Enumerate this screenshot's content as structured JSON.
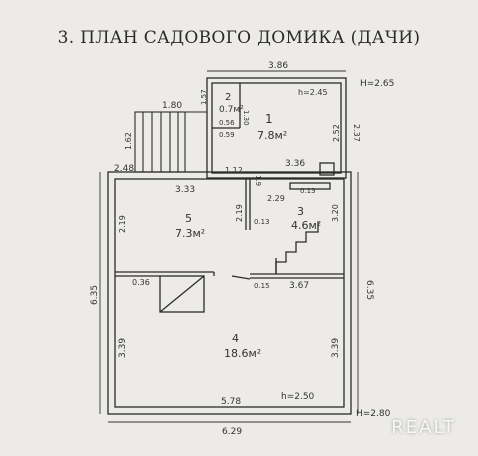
{
  "title": "3. ПЛАН САДОВОГО ДОМИКА (ДАЧИ)",
  "rooms": [
    {
      "num": "1",
      "area": "7.8м²"
    },
    {
      "num": "2",
      "area": "0.7м²"
    },
    {
      "num": "3",
      "area": "4.6м²"
    },
    {
      "num": "4",
      "area": "18.6м²"
    },
    {
      "num": "5",
      "area": "7.3м²"
    }
  ],
  "dims": {
    "top_width": "3.86",
    "h_top": "H=2.65",
    "h_room1": "h=2.45",
    "r2_side": "1.57",
    "r2_side2": "1.30",
    "r2_a": "0.56",
    "r2_b": "0.59",
    "r1_right": "2.52",
    "r1_right2": "2.37",
    "stair_top": "1.80",
    "stair_left": "1.62",
    "left_small": "2.48",
    "mid_top": "1.12",
    "mid_left": "3.33",
    "mid_right": "3.36",
    "r1_bottom": "0.13",
    "v_229": "2.29",
    "v_19": "1.9",
    "r5_left": "2.19",
    "r5_mid": "2.19",
    "r5_013": "0.13",
    "r3_right": "3.20",
    "left_036": "0.36",
    "mid_015": "0.15",
    "r3_bottom": "3.67",
    "left_total": "6.35",
    "right_total": "6.35",
    "r4_left": "3.39",
    "r4_right": "3.39",
    "inner_bottom": "5.78",
    "h_bottom": "h=2.50",
    "H_bottom": "H=2.80",
    "outer_bottom": "6.29"
  },
  "watermark": "REALT"
}
